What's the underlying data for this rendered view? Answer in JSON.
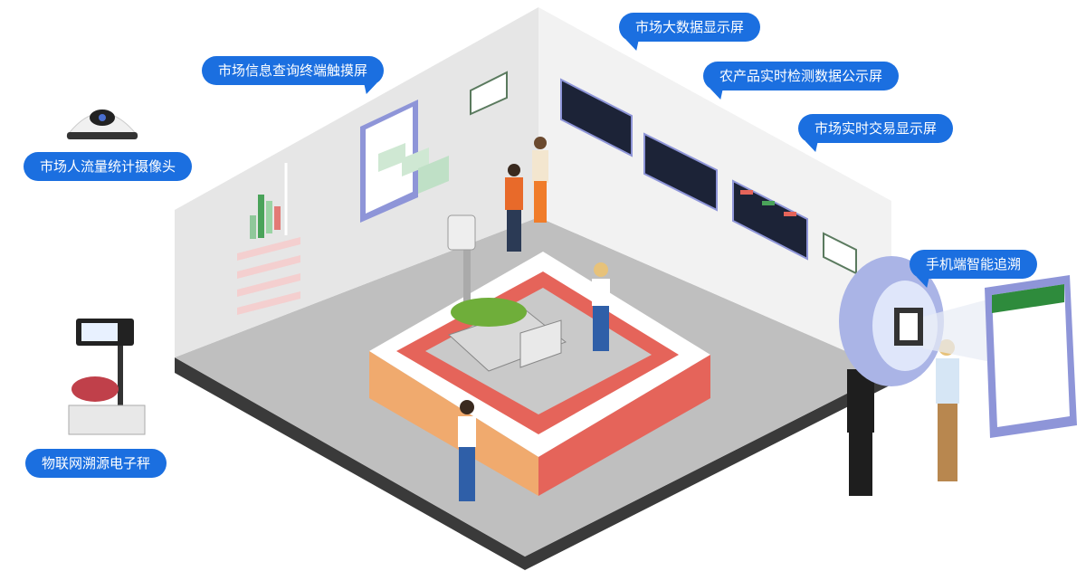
{
  "labels": {
    "touch_screen": "市场信息查询终端触摸屏",
    "big_data_screen": "市场大数据显示屏",
    "inspection_screen": "农产品实时检测数据公示屏",
    "trade_screen": "市场实时交易显示屏",
    "traffic_camera": "市场人流量统计摄像头",
    "mobile_trace": "手机端智能追溯",
    "iot_scale": "物联网溯源电子秤"
  },
  "colors": {
    "bubble": "#1b6fe0",
    "wall": "#e9e9e9",
    "floor": "#bdbdbd",
    "counter_red": "#e5645a",
    "counter_orange": "#f0aa6e"
  }
}
